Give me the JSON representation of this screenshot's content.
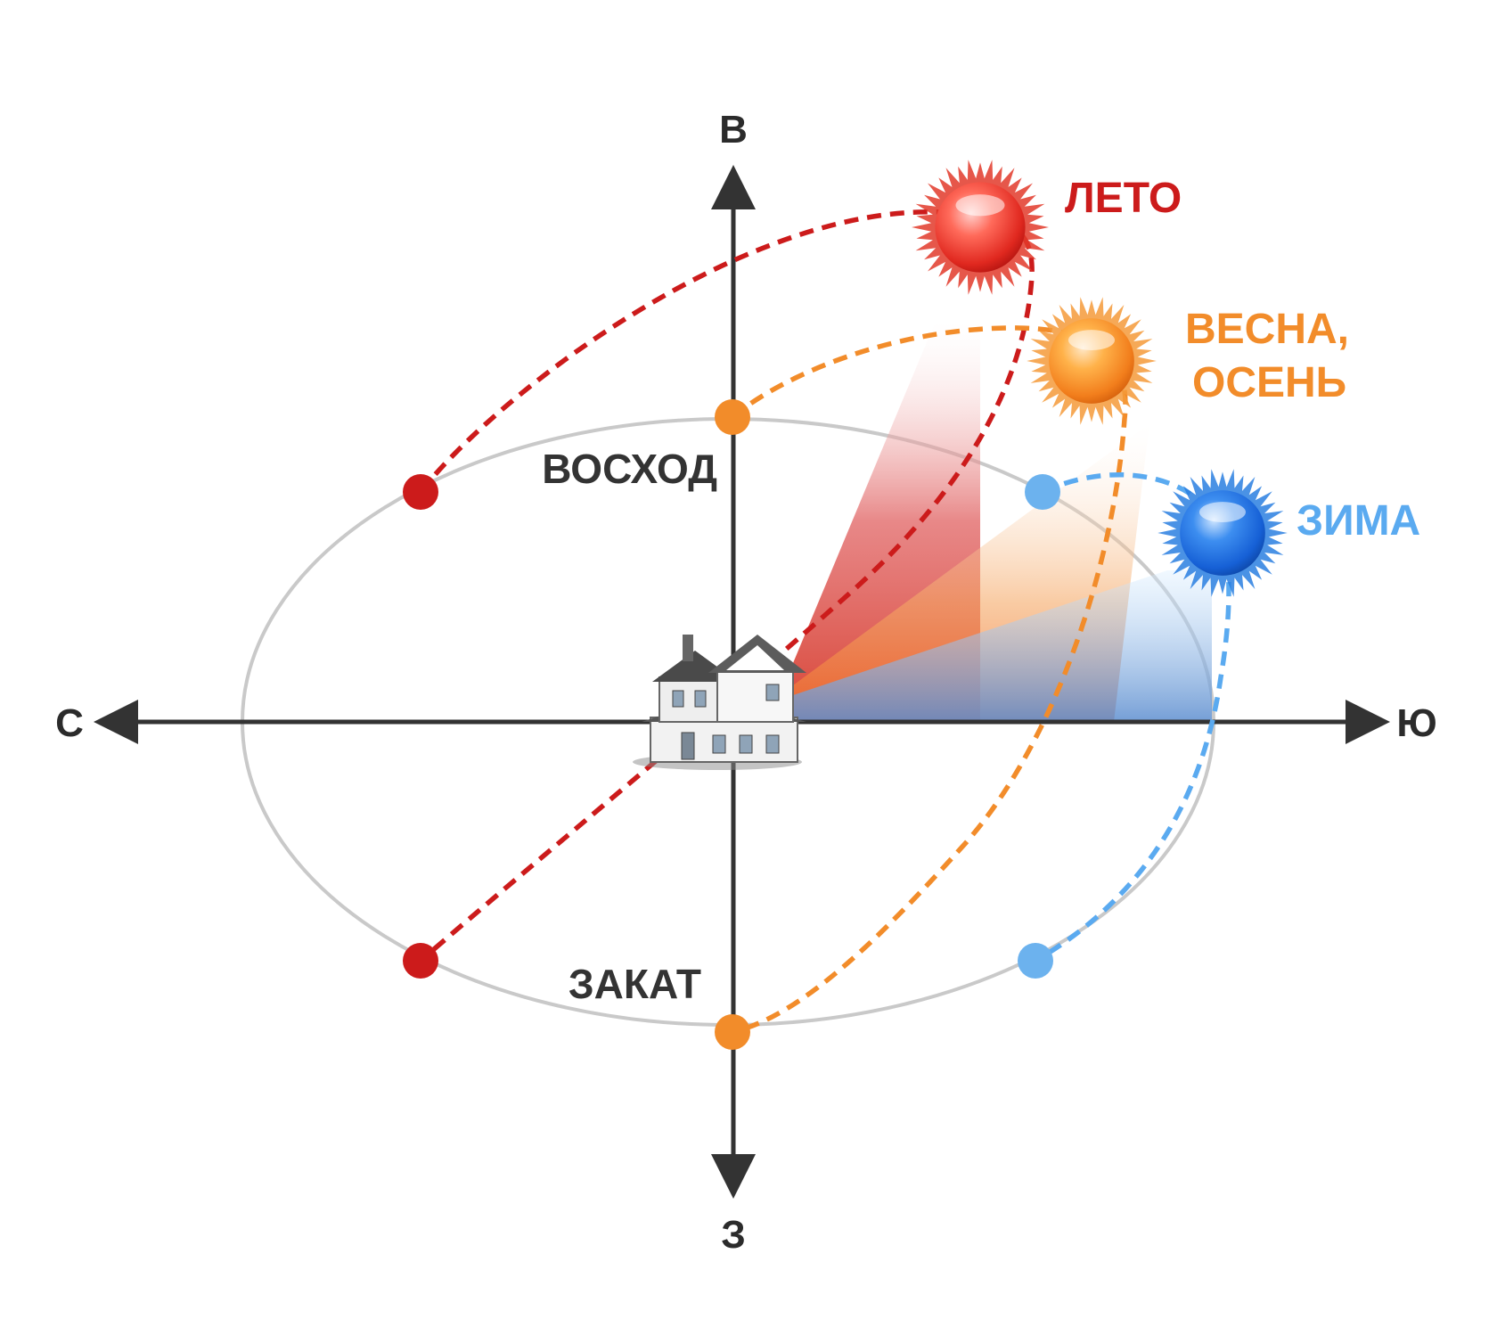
{
  "directions": {
    "top": "В",
    "bottom": "З",
    "left": "С",
    "right": "Ю"
  },
  "events": {
    "sunrise": "ВОСХОД",
    "sunset": "ЗАКАТ"
  },
  "seasons": {
    "summer": {
      "label": "ЛЕТО",
      "color": "#cc1b1b"
    },
    "spring_autumn": {
      "label_line1": "ВЕСНА,",
      "label_line2": "ОСЕНЬ",
      "color": "#f28c2a"
    },
    "winter": {
      "label": "ЗИМА",
      "color": "#5aaaf0"
    }
  },
  "colors": {
    "axis": "#333333",
    "ellipse": "#c9c9c9"
  },
  "icons": {
    "house": "house-icon",
    "sun": "sun-icon"
  }
}
